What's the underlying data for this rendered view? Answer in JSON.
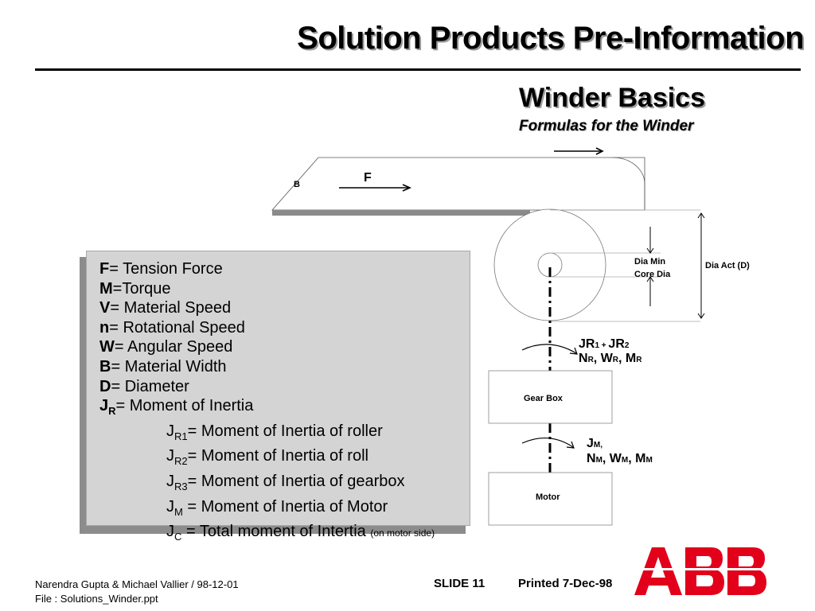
{
  "header": {
    "title": "Solution Products  Pre-Information",
    "subtitle": "Winder  Basics",
    "subsubtitle": "Formulas for the Winder"
  },
  "diagram": {
    "force_label": "F",
    "width_label": "B",
    "dia_min_label": "Dia Min",
    "core_dia_label": "Core Dia",
    "dia_act_label": "Dia Act (D)",
    "gearbox_label": "Gear Box",
    "motor_label": "Motor",
    "upper_shaft": {
      "jr": "JR",
      "jr1_sub": "1",
      "plus": " + ",
      "jr2": "JR",
      "jr2_sub": "2",
      "n": "N",
      "n_sub": "R",
      "sep1": ", ",
      "w": "W",
      "w_sub": "R",
      "sep2": ", ",
      "m": "M",
      "m_sub": "R"
    },
    "lower_shaft": {
      "j": "J",
      "j_sub": "M,",
      "n": "N",
      "n_sub": "M",
      "sep1": ", ",
      "w": "W",
      "w_sub": "M",
      "sep2": ", ",
      "m": "M",
      "m_sub": "M"
    }
  },
  "legend": {
    "items": [
      {
        "sym": "F",
        "text": "= Tension Force"
      },
      {
        "sym": "M",
        "text": "=Torque"
      },
      {
        "sym": "V",
        "text": "= Material Speed"
      },
      {
        "sym": "n",
        "text": "= Rotational Speed"
      },
      {
        "sym": "W",
        "text": "= Angular Speed"
      },
      {
        "sym": "B",
        "text": "= Material Width"
      },
      {
        "sym": "D",
        "text": "= Diameter"
      }
    ],
    "jr": {
      "sym": "J",
      "sub": "R",
      "text": "= Moment of Inertia"
    },
    "sub_items": [
      {
        "sym": "J",
        "sub": "R1",
        "text": "= Moment of Inertia of roller"
      },
      {
        "sym": "J",
        "sub": "R2",
        "text": "= Moment of Inertia of roll"
      },
      {
        "sym": "J",
        "sub": "R3",
        "text": "= Moment of Inertia of gearbox"
      },
      {
        "sym": "J",
        "sub": "M",
        "text": " = Moment of Inertia of Motor"
      },
      {
        "sym": "J",
        "sub": "C",
        "text": " = Total moment of Intertia",
        "note": "(on motor side)"
      }
    ]
  },
  "footer": {
    "authors": "Narendra Gupta & Michael Vallier / 98-12-01",
    "file": "File : Solutions_Winder.ppt",
    "slide": "SLIDE 11",
    "printed": "Printed 7-Dec-98",
    "logo_text": "ABB"
  },
  "colors": {
    "logo_red": "#e2001a",
    "legend_bg": "#d4d4d4",
    "legend_shadow": "#8c8c8c",
    "web_bar": "#8a8a8a"
  }
}
